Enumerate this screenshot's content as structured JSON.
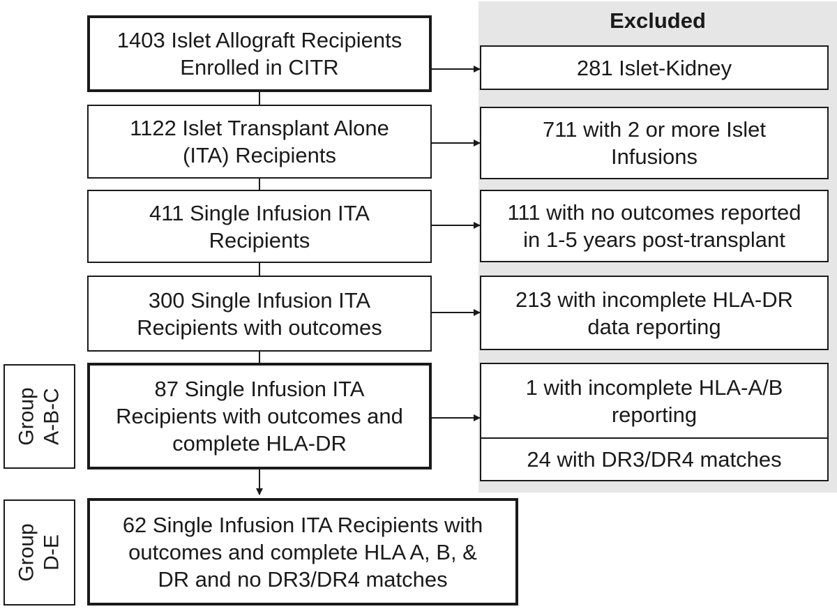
{
  "excluded_header": "Excluded",
  "main_boxes": [
    {
      "line1": "1403 Islet Allograft Recipients",
      "line2": "Enrolled in CITR"
    },
    {
      "line1": "1122 Islet Transplant Alone",
      "line2": "(ITA) Recipients"
    },
    {
      "line1": "411 Single Infusion ITA",
      "line2": "Recipients"
    },
    {
      "line1": "300 Single Infusion ITA",
      "line2": "Recipients with outcomes"
    },
    {
      "line1": "87 Single Infusion ITA",
      "line2": "Recipients with outcomes and",
      "line3": "complete HLA-DR"
    },
    {
      "line1": "62 Single Infusion ITA Recipients with",
      "line2": "outcomes and complete HLA A, B, &",
      "line3": "DR and no DR3/DR4 matches"
    }
  ],
  "excluded_boxes": [
    {
      "line1": "281 Islet-Kidney"
    },
    {
      "line1": "711 with 2 or more Islet",
      "line2": "Infusions"
    },
    {
      "line1": "111 with no outcomes reported",
      "line2": "in 1-5 years post-transplant"
    },
    {
      "line1": "213 with incomplete HLA-DR",
      "line2": "data reporting"
    },
    {
      "line1": "1 with incomplete HLA-A/B",
      "line2": "reporting"
    },
    {
      "line1": "24 with DR3/DR4 matches"
    }
  ],
  "groups": [
    {
      "line1": "Group",
      "line2": "A-B-C"
    },
    {
      "line1": "Group",
      "line2": "D-E"
    }
  ]
}
